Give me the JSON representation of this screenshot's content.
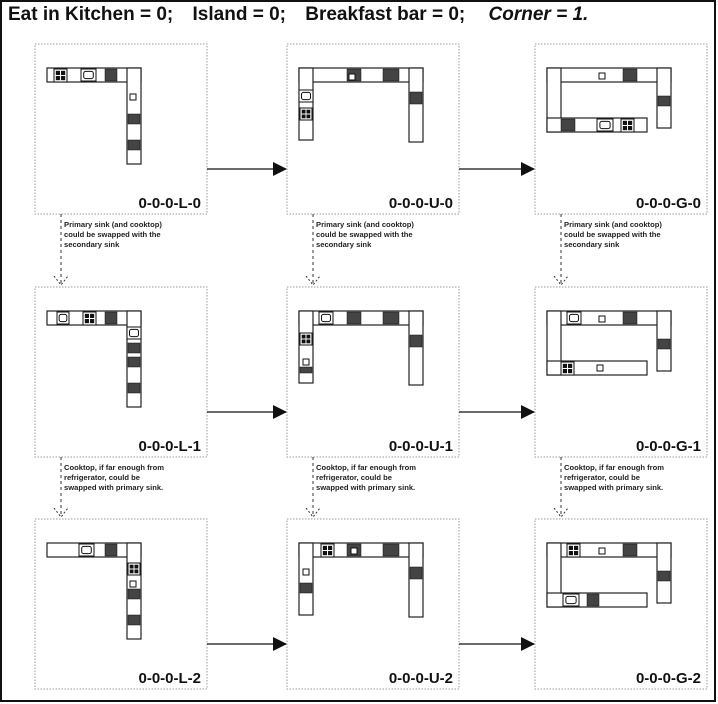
{
  "header": {
    "eat_in": "Eat in Kitchen = 0;",
    "island": "Island = 0;",
    "breakfast": "Breakfast bar = 0;",
    "corner": "Corner = 1."
  },
  "panels": [
    {
      "label": "0-0-0-L-0",
      "shape": "L"
    },
    {
      "label": "0-0-0-U-0",
      "shape": "U"
    },
    {
      "label": "0-0-0-G-0",
      "shape": "G"
    },
    {
      "label": "0-0-0-L-1",
      "shape": "L"
    },
    {
      "label": "0-0-0-U-1",
      "shape": "U"
    },
    {
      "label": "0-0-0-G-1",
      "shape": "G"
    },
    {
      "label": "0-0-0-L-2",
      "shape": "L"
    },
    {
      "label": "0-0-0-U-2",
      "shape": "U"
    },
    {
      "label": "0-0-0-G-2",
      "shape": "G"
    }
  ],
  "notes": {
    "row1": [
      "Primary sink (and cooktop)",
      "could be swapped with the",
      "secondary sink"
    ],
    "row2": [
      "Cooktop, if far enough from",
      "refrigerator, could be",
      "swapped with primary sink."
    ]
  }
}
